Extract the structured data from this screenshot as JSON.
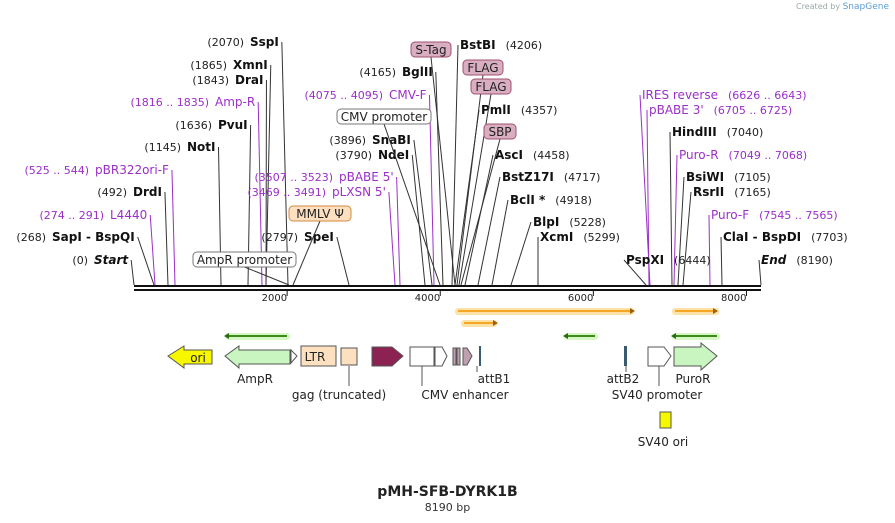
{
  "credit": {
    "prefix": "Created by",
    "brand": "SnapGene"
  },
  "plasmid": {
    "name": "pMH-SFB-DYRK1B",
    "size_label": "8190 bp",
    "length": 8190
  },
  "colors": {
    "purple": "#9b2fc8",
    "dark": "#111111",
    "orange": "#f5a623",
    "green": "#7ddc4c",
    "feature_green": "#c8f5c0",
    "ori_yellow": "#f7f700",
    "maroon": "#8b2252",
    "tag_pink": "#d9aec0"
  },
  "scale": {
    "ticks": [
      2000,
      4000,
      6000,
      8000
    ]
  },
  "sites": [
    {
      "pos": "(2070)",
      "name": "SspI",
      "style": "enzyme",
      "bp": 2070
    },
    {
      "pos": "(1865)",
      "name": "XmnI",
      "style": "enzyme",
      "bp": 1865
    },
    {
      "pos": "(1843)",
      "name": "DraI",
      "style": "enzyme",
      "bp": 1843
    },
    {
      "pos": "(1816 .. 1835)",
      "name": "Amp-R",
      "style": "primer",
      "bp": 1825
    },
    {
      "pos": "(1636)",
      "name": "PvuI",
      "style": "enzyme",
      "bp": 1636
    },
    {
      "pos": "(1145)",
      "name": "NotI",
      "style": "enzyme",
      "bp": 1145
    },
    {
      "pos": "(525 .. 544)",
      "name": "pBR322ori-F",
      "style": "primer",
      "bp": 535
    },
    {
      "pos": "(492)",
      "name": "DrdI",
      "style": "enzyme",
      "bp": 492
    },
    {
      "pos": "(274 .. 291)",
      "name": "L4440",
      "style": "primer",
      "bp": 282
    },
    {
      "pos": "(268)",
      "name": "SapI - BspQI",
      "style": "enzyme",
      "bp": 268
    },
    {
      "pos": "(0)",
      "name": "Start",
      "style": "endpoint",
      "bp": 0
    },
    {
      "pos": "(4165)",
      "name": "BglII",
      "style": "enzyme",
      "bp": 4165
    },
    {
      "pos": "(4075 .. 4095)",
      "name": "CMV-F",
      "style": "primer",
      "bp": 4085
    },
    {
      "pos": "(3896)",
      "name": "SnaBI",
      "style": "enzyme",
      "bp": 3896
    },
    {
      "pos": "(3790)",
      "name": "NdeI",
      "style": "enzyme",
      "bp": 3790
    },
    {
      "pos": "(3507 .. 3523)",
      "name": "pBABE 5'",
      "style": "primer",
      "bp": 3515
    },
    {
      "pos": "(3469 .. 3491)",
      "name": "pLXSN 5'",
      "style": "primer",
      "bp": 3480
    },
    {
      "pos": "(2797)",
      "name": "SpeI",
      "style": "enzyme",
      "bp": 2797
    },
    {
      "pos": "(4206)",
      "name": "BstBI",
      "style": "enzyme",
      "bp": 4206
    },
    {
      "pos": "(4357)",
      "name": "PmlI",
      "style": "enzyme",
      "bp": 4357
    },
    {
      "pos": "(4458)",
      "name": "AscI",
      "style": "enzyme",
      "bp": 4458
    },
    {
      "pos": "(4717)",
      "name": "BstZ17I",
      "style": "enzyme",
      "bp": 4717
    },
    {
      "pos": "(4918)",
      "name": "BclI *",
      "style": "enzyme",
      "bp": 4918
    },
    {
      "pos": "(5228)",
      "name": "BlpI",
      "style": "enzyme",
      "bp": 5228
    },
    {
      "pos": "(5299)",
      "name": "XcmI",
      "style": "enzyme",
      "bp": 5299
    },
    {
      "pos": "(6626 .. 6643)",
      "name": "IRES reverse",
      "style": "primer",
      "bp": 6635
    },
    {
      "pos": "(6705 .. 6725)",
      "name": "pBABE 3'",
      "style": "primer",
      "bp": 6715
    },
    {
      "pos": "(7040)",
      "name": "HindIII",
      "style": "enzyme",
      "bp": 7040
    },
    {
      "pos": "(7049 .. 7068)",
      "name": "Puro-R",
      "style": "primer",
      "bp": 7058
    },
    {
      "pos": "(7105)",
      "name": "BsiWI",
      "style": "enzyme",
      "bp": 7105
    },
    {
      "pos": "(7165)",
      "name": "RsrII",
      "style": "enzyme",
      "bp": 7165
    },
    {
      "pos": "(7545 .. 7565)",
      "name": "Puro-F",
      "style": "primer",
      "bp": 7555
    },
    {
      "pos": "(7703)",
      "name": "ClaI - BspDI",
      "style": "enzyme",
      "bp": 7703
    },
    {
      "pos": "(6444)",
      "name": "PspXI",
      "style": "enzyme",
      "bp": 6444
    },
    {
      "pos": "(8190)",
      "name": "End",
      "style": "endpoint",
      "bp": 8190
    }
  ],
  "boxed_labels": [
    {
      "text": "S-Tag",
      "kind": "tag"
    },
    {
      "text": "FLAG",
      "kind": "tag"
    },
    {
      "text": "FLAG",
      "kind": "tag"
    },
    {
      "text": "SBP",
      "kind": "tag"
    },
    {
      "text": "CMV promoter",
      "kind": "plain"
    },
    {
      "text": "MMLV Ψ",
      "kind": "orange"
    },
    {
      "text": "AmpR promoter",
      "kind": "plain"
    }
  ],
  "features": [
    {
      "label": "ori",
      "type": "ori"
    },
    {
      "label": "AmpR",
      "type": "gene"
    },
    {
      "label": "LTR",
      "type": "ltr"
    },
    {
      "label": "gag (truncated)",
      "type": "gag"
    },
    {
      "label": "CMV enhancer",
      "type": "enhancer"
    },
    {
      "label": "attB1",
      "type": "att"
    },
    {
      "label": "attB2",
      "type": "att"
    },
    {
      "label": "SV40 promoter",
      "type": "promoter"
    },
    {
      "label": "PuroR",
      "type": "gene"
    },
    {
      "label": "SV40 ori",
      "type": "ori"
    }
  ]
}
